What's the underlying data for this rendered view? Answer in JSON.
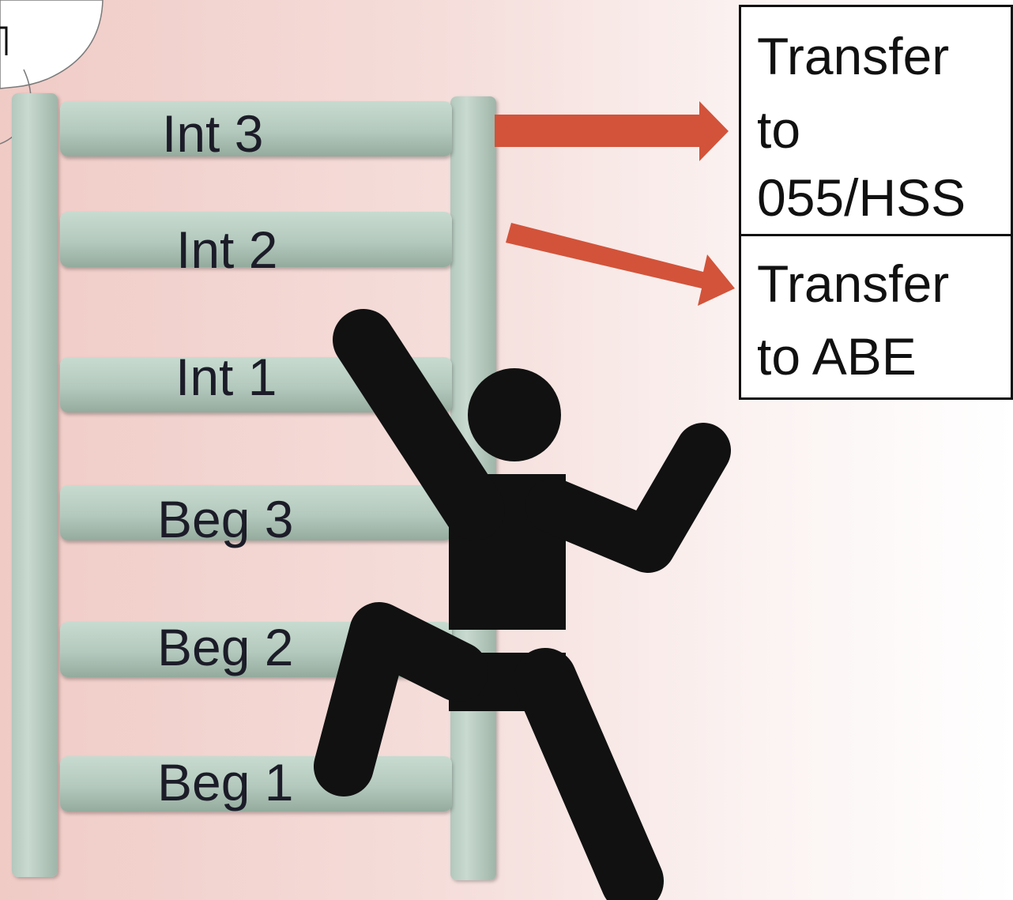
{
  "rungs": [
    {
      "label": "Int 3"
    },
    {
      "label": "Int 2"
    },
    {
      "label": "Int 1"
    },
    {
      "label": "Beg 3"
    },
    {
      "label": "Beg 2"
    },
    {
      "label": "Beg 1"
    }
  ],
  "transfer_boxes": [
    {
      "lines": [
        "Transfer",
        "to",
        "055/HSS"
      ]
    },
    {
      "lines": [
        "Transfer",
        "to ABE"
      ]
    }
  ],
  "colors": {
    "arrow": "#d2533a",
    "figure": "#111111",
    "ladder": "#b4c9bd"
  }
}
